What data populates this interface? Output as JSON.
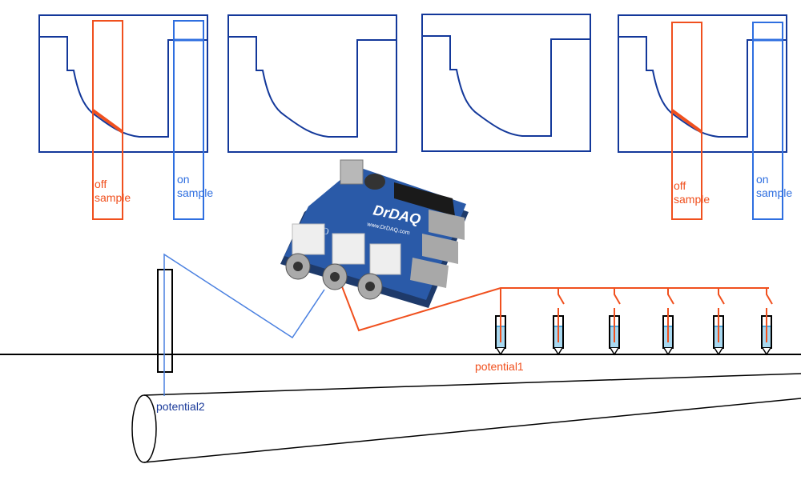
{
  "labels": {
    "off_sample": "off\nsample",
    "on_sample": "on\nsample",
    "off_word1": "off",
    "off_word2": "sample",
    "on_word1": "on",
    "on_word2": "sample",
    "potential1": "potential1",
    "potential2": "potential2"
  },
  "device": {
    "brand": "DrDAQ",
    "url": "www.DrDAQ.com",
    "maker": "PICO"
  },
  "colors": {
    "waveform": "#13389a",
    "off_sample": "#f0501e",
    "on_sample": "#2f6fe0",
    "probe_fill": "#a8d8f0",
    "board": "#2a5aa8"
  },
  "electrode_count": 6
}
